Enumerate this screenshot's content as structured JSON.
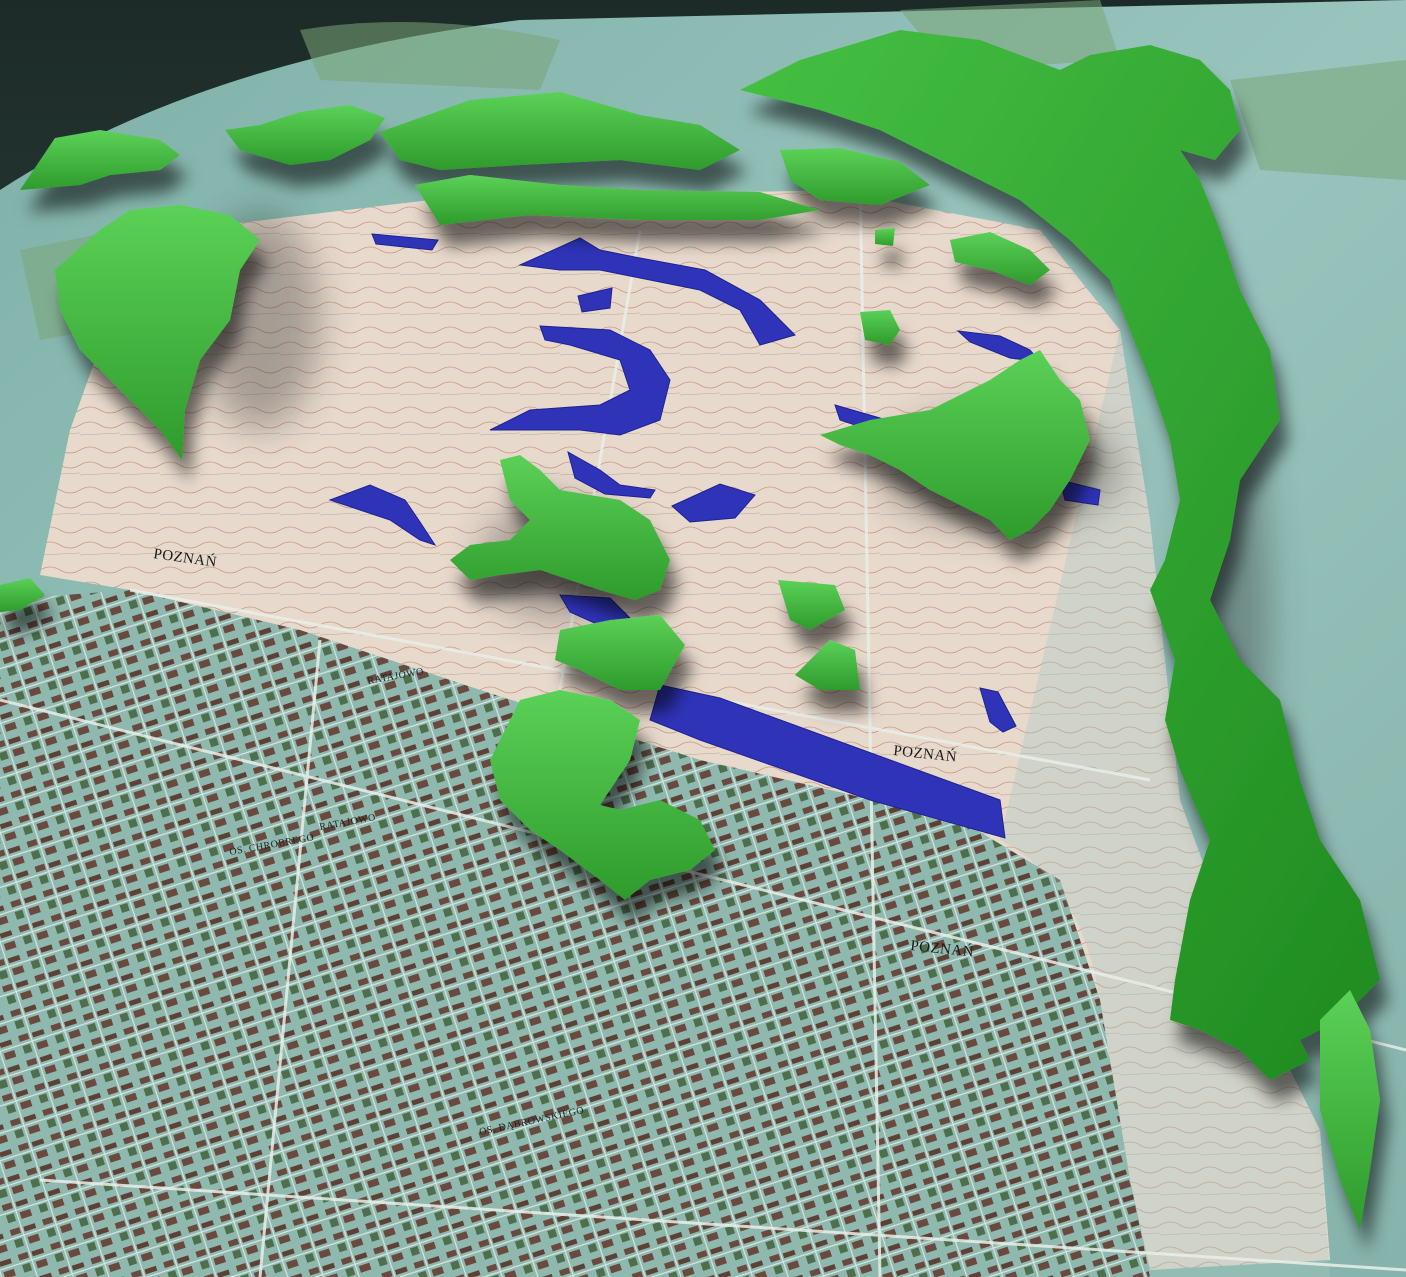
{
  "map": {
    "place_labels": [
      {
        "id": "poznan-west",
        "text": "POZNAŃ"
      },
      {
        "id": "poznan-center",
        "text": "POZNAŃ"
      },
      {
        "id": "poznan-south",
        "text": "POZNAŃ"
      },
      {
        "id": "ratajowo",
        "text": "RATAJOWO"
      },
      {
        "id": "ratajowo-2",
        "text": "RATAJOWO"
      },
      {
        "id": "os-chrobrego",
        "text": "OS. CHROBREGO"
      },
      {
        "id": "os-dab",
        "text": "OS. DĄBROWSKIEGO"
      }
    ],
    "layers": [
      {
        "name": "green-areas",
        "color": "#3fb03a"
      },
      {
        "name": "water-bodies",
        "color": "#2e32b8"
      },
      {
        "name": "topographic-base",
        "color": "#9cc6c0"
      },
      {
        "name": "urban-core",
        "color": "#e9ddd0"
      }
    ]
  }
}
